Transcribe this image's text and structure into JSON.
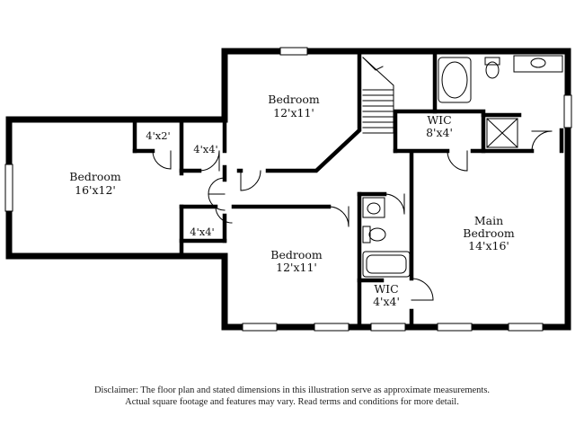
{
  "rooms": {
    "bedroom_left": {
      "name": "Bedroom",
      "dims": "16'x12'"
    },
    "bedroom_top": {
      "name": "Bedroom",
      "dims": "12'x11'"
    },
    "bedroom_bottom": {
      "name": "Bedroom",
      "dims": "12'x11'"
    },
    "closet_4x2": {
      "dims": "4'x2'"
    },
    "closet_4x4_a": {
      "dims": "4'x4'"
    },
    "closet_4x4_b": {
      "dims": "4'x4'"
    },
    "wic_top": {
      "name": "WIC",
      "dims": "8'x4'"
    },
    "wic_bottom": {
      "name": "WIC",
      "dims": "4'x4'"
    },
    "main_bedroom": {
      "name": "Main",
      "name2": "Bedroom",
      "dims": "14'x16'"
    }
  },
  "disclaimer": {
    "line1": "Disclaimer: The floor plan and stated dimensions in this illustration serve as approximate measurements.",
    "line2": "Actual square footage and features may vary. Read terms and conditions for more detail."
  }
}
